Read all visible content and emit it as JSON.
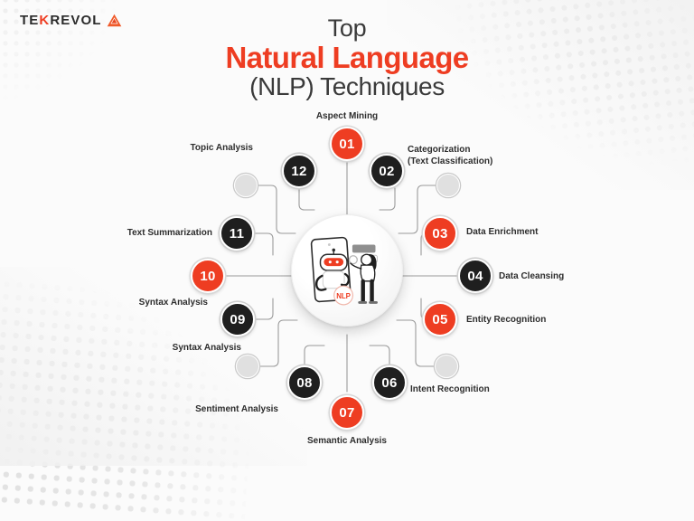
{
  "brand": {
    "wordmark_pre": "TE",
    "wordmark_k": "K",
    "wordmark_post": "REVOL",
    "logo_icon": "triangle-logo-icon",
    "accent_color": "#ee3d22"
  },
  "title": {
    "line1": "Top",
    "line2": "Natural Language",
    "line3": "(NLP) Techniques"
  },
  "hub": {
    "badge_text": "NLP",
    "illustration": "chatbot-on-phone-with-person-illustration"
  },
  "colors": {
    "accent": "#ee3d22",
    "dark": "#1f1f1f",
    "muted_node": "#e0e0e0",
    "text": "#2d2d2d",
    "background": "#fbfbfb"
  },
  "nodes": [
    {
      "id": "01",
      "number": "01",
      "label": "Aspect Mining",
      "style": "accent",
      "label_align": "center"
    },
    {
      "id": "02",
      "number": "02",
      "label": "Categorization\n(Text Classification)",
      "style": "dark",
      "label_align": "right"
    },
    {
      "id": "03",
      "number": "03",
      "label": "Data Enrichment",
      "style": "accent",
      "label_align": "right"
    },
    {
      "id": "04",
      "number": "04",
      "label": "Data Cleansing",
      "style": "dark",
      "label_align": "right"
    },
    {
      "id": "05",
      "number": "05",
      "label": "Entity Recognition",
      "style": "accent",
      "label_align": "right"
    },
    {
      "id": "06",
      "number": "06",
      "label": "Intent Recognition",
      "style": "dark",
      "label_align": "right"
    },
    {
      "id": "07",
      "number": "07",
      "label": "Semantic Analysis",
      "style": "accent",
      "label_align": "center"
    },
    {
      "id": "08",
      "number": "08",
      "label": "Sentiment Analysis",
      "style": "dark",
      "label_align": "left"
    },
    {
      "id": "09",
      "number": "09",
      "label": "Syntax Analysis",
      "style": "dark",
      "label_align": "left"
    },
    {
      "id": "10",
      "number": "10",
      "label": "Syntax Analysis",
      "style": "accent",
      "label_align": "left"
    },
    {
      "id": "11",
      "number": "11",
      "label": "Text Summarization",
      "style": "dark",
      "label_align": "left"
    },
    {
      "id": "12",
      "number": "12",
      "label": "Topic Analysis",
      "style": "dark",
      "label_align": "left"
    }
  ],
  "decor_dots": [
    {
      "id": "dot-nw"
    },
    {
      "id": "dot-ne"
    },
    {
      "id": "dot-sw"
    },
    {
      "id": "dot-se"
    }
  ]
}
